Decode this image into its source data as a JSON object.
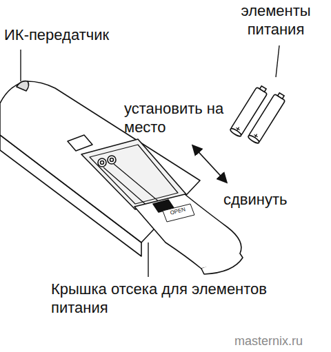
{
  "diagram": {
    "labels": [
      "ИК-передатчик",
      "элементы питания",
      "установить на место",
      "сдвинуть",
      "OPEN",
      "Крышка отсека для элементов питания",
      "masternix.ru"
    ]
  }
}
